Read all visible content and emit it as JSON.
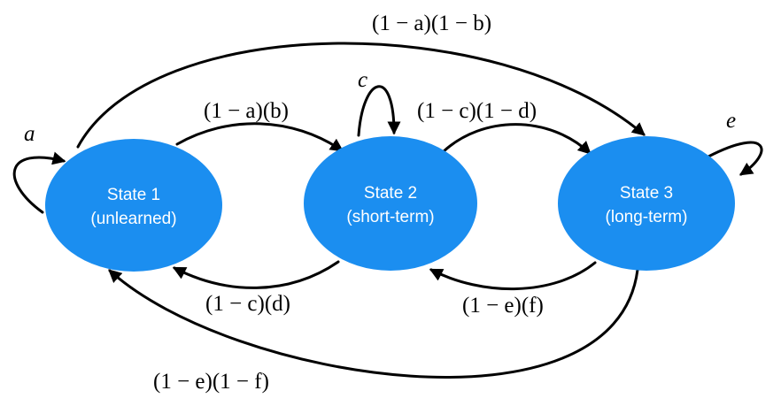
{
  "colors": {
    "node_fill": "#1b8ef0",
    "node_text": "#ffffff",
    "edge": "#000000",
    "background": "#ffffff"
  },
  "states": [
    {
      "id": "s1",
      "name": "State 1",
      "subtitle": "(unlearned)"
    },
    {
      "id": "s2",
      "name": "State 2",
      "subtitle": "(short-term)"
    },
    {
      "id": "s3",
      "name": "State 3",
      "subtitle": "(long-term)"
    }
  ],
  "transitions": [
    {
      "id": "s1-s1",
      "from": "State 1",
      "to": "State 1",
      "label": "a"
    },
    {
      "id": "s1-s2",
      "from": "State 1",
      "to": "State 2",
      "label": "(1 − a)(b)"
    },
    {
      "id": "s1-s3",
      "from": "State 1",
      "to": "State 3",
      "label": "(1 − a)(1 − b)"
    },
    {
      "id": "s2-s2",
      "from": "State 2",
      "to": "State 2",
      "label": "c"
    },
    {
      "id": "s2-s3",
      "from": "State 2",
      "to": "State 3",
      "label": "(1 − c)(1 − d)"
    },
    {
      "id": "s2-s1",
      "from": "State 2",
      "to": "State 1",
      "label": "(1 − c)(d)"
    },
    {
      "id": "s3-s3",
      "from": "State 3",
      "to": "State 3",
      "label": "e"
    },
    {
      "id": "s3-s2",
      "from": "State 3",
      "to": "State 2",
      "label": "(1 − e)(f)"
    },
    {
      "id": "s3-s1",
      "from": "State 3",
      "to": "State 1",
      "label": "(1 − e)(1 − f)"
    }
  ]
}
